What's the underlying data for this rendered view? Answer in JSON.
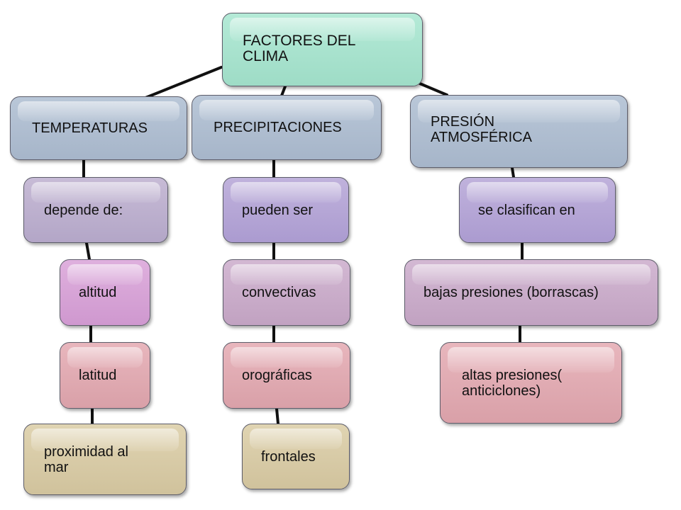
{
  "diagram": {
    "root": "FACTORES DEL\nCLIMA",
    "branches": [
      {
        "title": "TEMPERATURAS",
        "connector": "depende de:",
        "items": [
          "altitud",
          "latitud",
          "proximidad al\nmar"
        ]
      },
      {
        "title": "PRECIPITACIONES",
        "connector": "pueden ser",
        "items": [
          "convectivas",
          "orográficas",
          "frontales"
        ]
      },
      {
        "title": "PRESIÓN\nATMOSFÉRICA",
        "connector": "se clasifican en",
        "items": [
          "bajas presiones (borrascas)",
          "altas presiones(\nanticiclones)"
        ]
      }
    ]
  },
  "colors": {
    "root": "#a9e2cd",
    "branch": "#adbccf",
    "connector": "#b8a8cc",
    "altitud": "#d8a4d7",
    "item": "#c9abc9",
    "pink": "#e0aab2",
    "tan": "#d8cba6",
    "line": "#111111"
  }
}
